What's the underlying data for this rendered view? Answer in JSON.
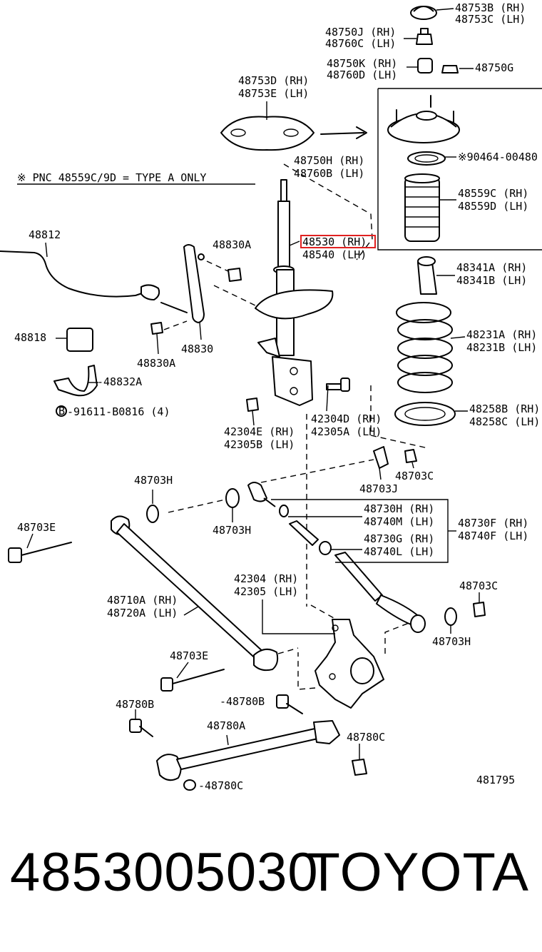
{
  "note": "※ PNC 48559C/9D = TYPE A ONLY",
  "highlighted_part": "48530 (RH)",
  "labels": {
    "p48753B": "48753B (RH)",
    "p48753C": "48753C (LH)",
    "p48750J": "48750J (RH)",
    "p48760C": "48760C (LH)",
    "p48750K": "48750K (RH)",
    "p48760D": "48760D (LH)",
    "p48750G": "48750G",
    "p48753D": "48753D (RH)",
    "p48753E": "48753E (LH)",
    "p90464": "※90464-00480",
    "p48750H": "48750H (RH)",
    "p48760B": "48760B (LH)",
    "p48559C": "48559C (RH)",
    "p48559D": "48559D (LH)",
    "p48812": "48812",
    "p48830A_top": "48830A",
    "p48530": "48530 (RH)",
    "p48540": "48540 (LH)",
    "p48341A": "48341A (RH)",
    "p48341B": "48341B (LH)",
    "p48818": "48818",
    "p48830": "48830",
    "p48830A_bot": "48830A",
    "p48231A": "48231A (RH)",
    "p48231B": "48231B (LH)",
    "p48832A": "-48832A",
    "p91611": "-91611-B0816 (4)",
    "p42304D": "42304D (RH)",
    "p42305A": "42305A (LH)",
    "p42304E": "42304E (RH)",
    "p42305B": "42305B (LH)",
    "p48258B": "48258B (RH)",
    "p48258C": "48258C (LH)",
    "p48703C_a": "48703C",
    "p48703J": "48703J",
    "p48703H_a": "48703H",
    "p48703H_b": "48703H",
    "p48730H": "48730H (RH)",
    "p48740M": "48740M (LH)",
    "p48730F": "48730F (RH)",
    "p48740F": "48740F (LH)",
    "p48730G": "48730G (RH)",
    "p48740L": "48740L (LH)",
    "p48703E_a": "48703E",
    "p42304": "42304 (RH)",
    "p42305": "42305 (LH)",
    "p48703C_b": "48703C",
    "p48710A": "48710A (RH)",
    "p48720A": "48720A (LH)",
    "p48703H_c": "48703H",
    "p48703E_b": "48703E",
    "p48780B_a": "48780B",
    "p48780B_b": "-48780B",
    "p48780A": "48780A",
    "p48780C_a": "48780C",
    "p48780C_b": "-48780C",
    "ref": "481795"
  },
  "footer": {
    "part_number": "4853005030",
    "brand": "TOYOTA"
  }
}
